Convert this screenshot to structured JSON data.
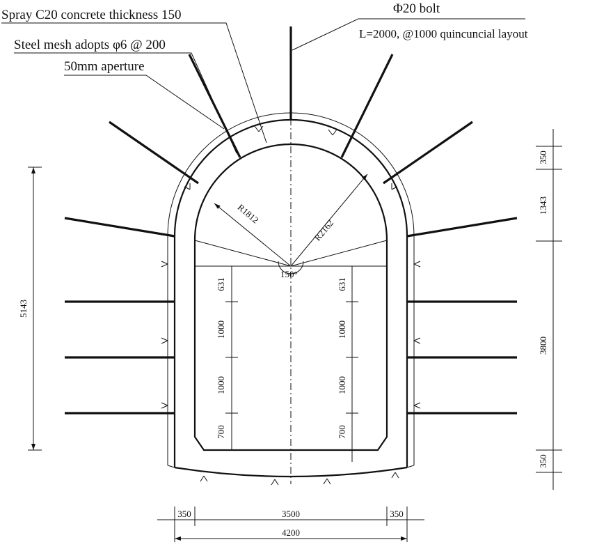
{
  "annotations": {
    "spray": "Spray C20 concrete thickness 150",
    "mesh": "Steel mesh adopts φ6 @ 200",
    "aperture": "50mm aperture",
    "bolt": "Φ20 bolt",
    "bolt_layout": "L=2000, @1000   quincuncial layout"
  },
  "radii": {
    "inner": "R1812",
    "outer": "R2162",
    "angle": "150°"
  },
  "dims": {
    "left_wall": [
      "631",
      "1000",
      "1000",
      "700"
    ],
    "right_wall": [
      "631",
      "1000",
      "1000",
      "700"
    ],
    "total_height": "5143",
    "right_side": [
      "350",
      "1343",
      "3800",
      "350"
    ],
    "bottom_row": [
      "350",
      "3500",
      "350"
    ],
    "total_width": "4200"
  },
  "colors": {
    "ink": "#111111",
    "paper": "#ffffff"
  }
}
